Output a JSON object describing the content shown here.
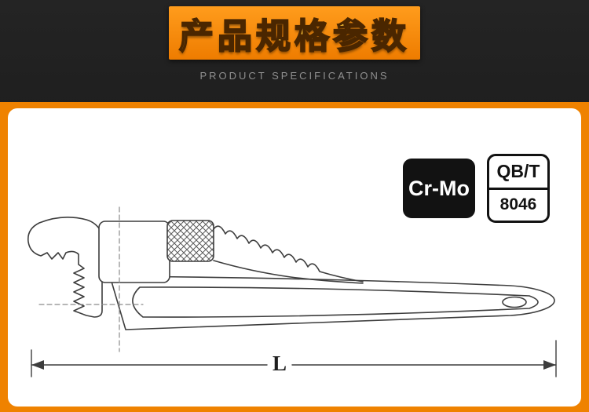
{
  "header": {
    "title": "产品规格参数",
    "subtitle": "PRODUCT SPECIFICATIONS"
  },
  "badges": {
    "material_label": "Cr-Mo",
    "standard_name": "QB/T",
    "standard_number": "8046"
  },
  "diagram": {
    "dimension_label": "L"
  },
  "colors": {
    "accent_orange": "#EF8200",
    "header_background": "#161616",
    "banner_text_gold": "#FFC63A",
    "card_background": "#FFFFFF",
    "line_color": "#3D3D3D"
  }
}
